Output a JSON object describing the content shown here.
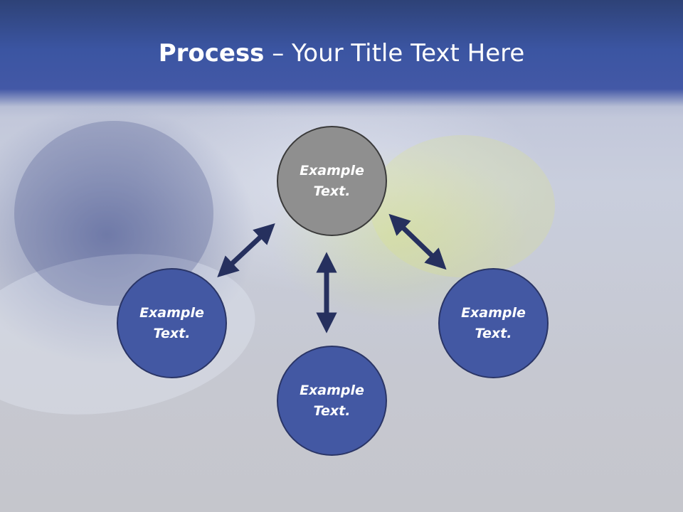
{
  "title": {
    "bold": "Process",
    "rest": " – Your Title Text Here"
  },
  "nodes": {
    "top": "Example Text.",
    "left": "Example Text.",
    "right": "Example Text.",
    "bottom": "Example Text."
  },
  "colors": {
    "header": "#3b55a2",
    "node_blue": "#4358a3",
    "node_gray": "#8f8f8f",
    "arrow": "#26305e"
  }
}
